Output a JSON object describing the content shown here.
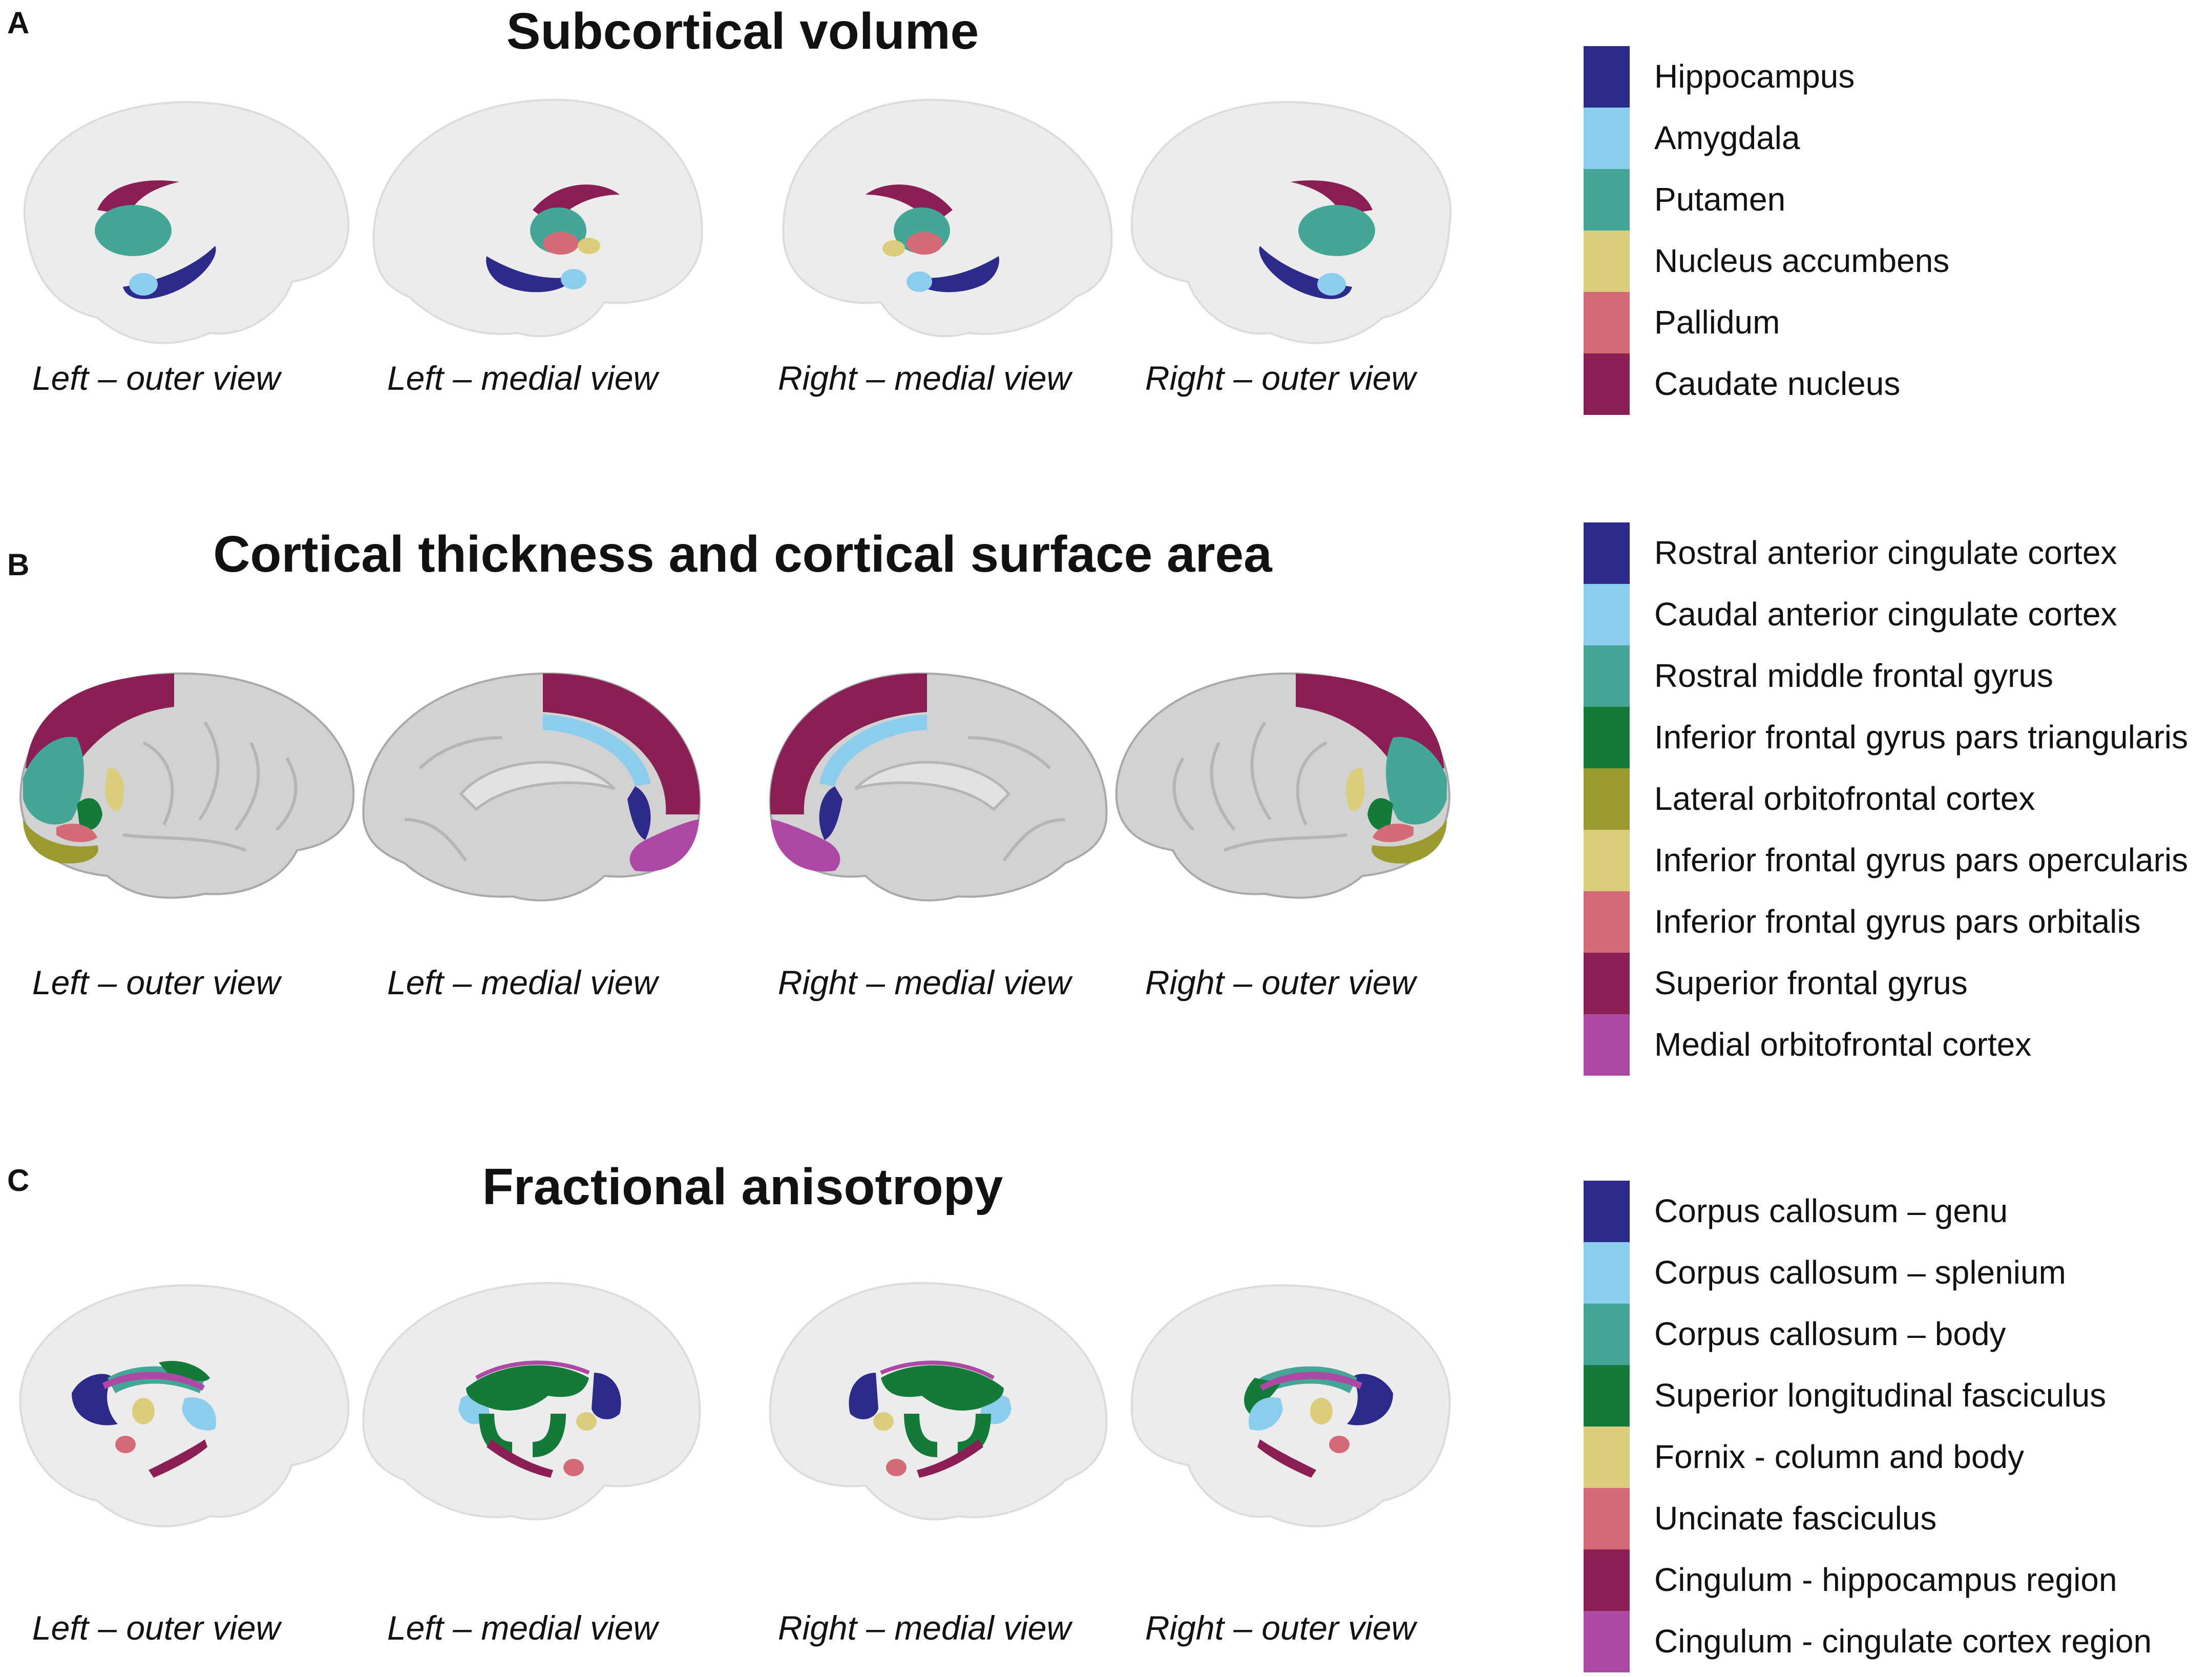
{
  "colors": {
    "navy": "#2e2a8c",
    "sky": "#8ccdee",
    "teal": "#44a796",
    "darkgreen": "#137a3a",
    "olive": "#9a9a31",
    "sand": "#dccd7c",
    "rose": "#d36b77",
    "wine": "#8a1f53",
    "magenta": "#ad48a5"
  },
  "panels": [
    {
      "letter": "A",
      "title": "Subcortical volume",
      "views": [
        "Left – outer view",
        "Left – medial view",
        "Right – medial view",
        "Right – outer view"
      ],
      "legend": [
        {
          "label": "Hippocampus",
          "color": "#2e2a8c"
        },
        {
          "label": "Amygdala",
          "color": "#8ccdee"
        },
        {
          "label": "Putamen",
          "color": "#44a796"
        },
        {
          "label": "Nucleus accumbens",
          "color": "#dccd7c"
        },
        {
          "label": "Pallidum",
          "color": "#d36b77"
        },
        {
          "label": "Caudate nucleus",
          "color": "#8a1f53"
        }
      ]
    },
    {
      "letter": "B",
      "title": "Cortical thickness and cortical surface area",
      "views": [
        "Left – outer view",
        "Left – medial view",
        "Right – medial view",
        "Right – outer view"
      ],
      "legend": [
        {
          "label": "Rostral anterior cingulate cortex",
          "color": "#2e2a8c"
        },
        {
          "label": "Caudal anterior cingulate cortex",
          "color": "#8ccdee"
        },
        {
          "label": "Rostral middle frontal gyrus",
          "color": "#44a796"
        },
        {
          "label": "Inferior frontal gyrus pars triangularis",
          "color": "#137a3a"
        },
        {
          "label": "Lateral orbitofrontal cortex",
          "color": "#9a9a31"
        },
        {
          "label": "Inferior frontal gyrus pars opercularis",
          "color": "#dccd7c"
        },
        {
          "label": "Inferior frontal gyrus pars orbitalis",
          "color": "#d36b77"
        },
        {
          "label": "Superior frontal gyrus",
          "color": "#8a1f53"
        },
        {
          "label": "Medial orbitofrontal cortex",
          "color": "#ad48a5"
        }
      ]
    },
    {
      "letter": "C",
      "title": "Fractional anisotropy",
      "views": [
        "Left – outer view",
        "Left – medial view",
        "Right – medial view",
        "Right – outer view"
      ],
      "legend": [
        {
          "label": "Corpus callosum – genu",
          "color": "#2e2a8c"
        },
        {
          "label": "Corpus callosum – splenium",
          "color": "#8ccdee"
        },
        {
          "label": "Corpus callosum – body",
          "color": "#44a796"
        },
        {
          "label": "Superior longitudinal fasciculus",
          "color": "#137a3a"
        },
        {
          "label": "Fornix - column and body",
          "color": "#dccd7c"
        },
        {
          "label": "Uncinate fasciculus",
          "color": "#d36b77"
        },
        {
          "label": "Cingulum - hippocampus region",
          "color": "#8a1f53"
        },
        {
          "label": "Cingulum - cingulate cortex region",
          "color": "#ad48a5"
        }
      ]
    }
  ]
}
